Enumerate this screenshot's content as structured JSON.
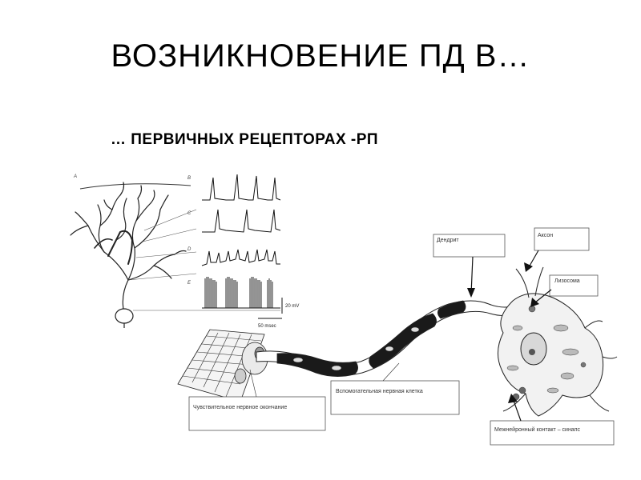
{
  "slide": {
    "title": "ВОЗНИКНОВЕНИЕ ПД В…",
    "subtitle": "…  ПЕРВИЧНЫХ РЕЦЕПТОРАХ -РП"
  },
  "left_figure": {
    "panel_letters": [
      "A",
      "B",
      "C",
      "D",
      "E"
    ],
    "scale_voltage": "20 mV",
    "scale_time": "50 msec"
  },
  "neuron_labels": {
    "dendrite": "Дендрит",
    "axon": "Аксон",
    "lysosome": "Лизосома",
    "sensory_ending": "Чувствительное нервное окончание",
    "glial_cell": "Вспомогательная нервная клетка",
    "synapse": "Межнейронный контакт – синапс"
  }
}
